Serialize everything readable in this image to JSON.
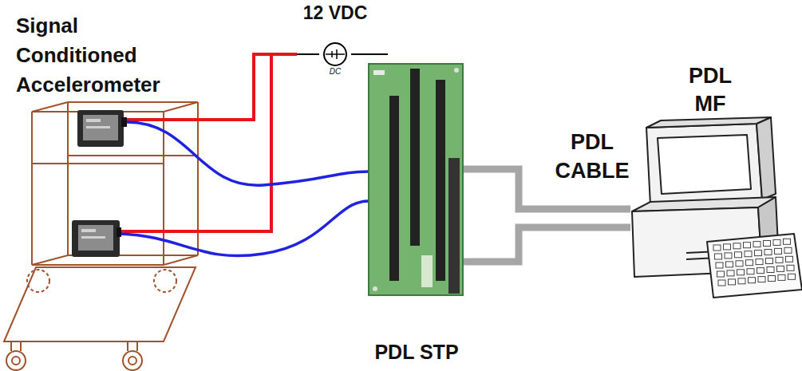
{
  "diagram": {
    "nodes": [
      {
        "text": [
          "Signal Conditioned Accelerometer"
        ]
      },
      {
        "text": [
          "12 VDC",
          "DC"
        ]
      },
      {
        "text": [
          "PDL STP"
        ]
      },
      {
        "text": [
          "PDL MF"
        ]
      }
    ],
    "edges": [
      {
        "from": 0,
        "to": 1,
        "arrow": "none"
      },
      {
        "from": 0,
        "to": 2,
        "arrow": "none"
      },
      {
        "from": 2,
        "to": 3,
        "label": "PDL CABLE",
        "arrow": "none"
      }
    ]
  }
}
